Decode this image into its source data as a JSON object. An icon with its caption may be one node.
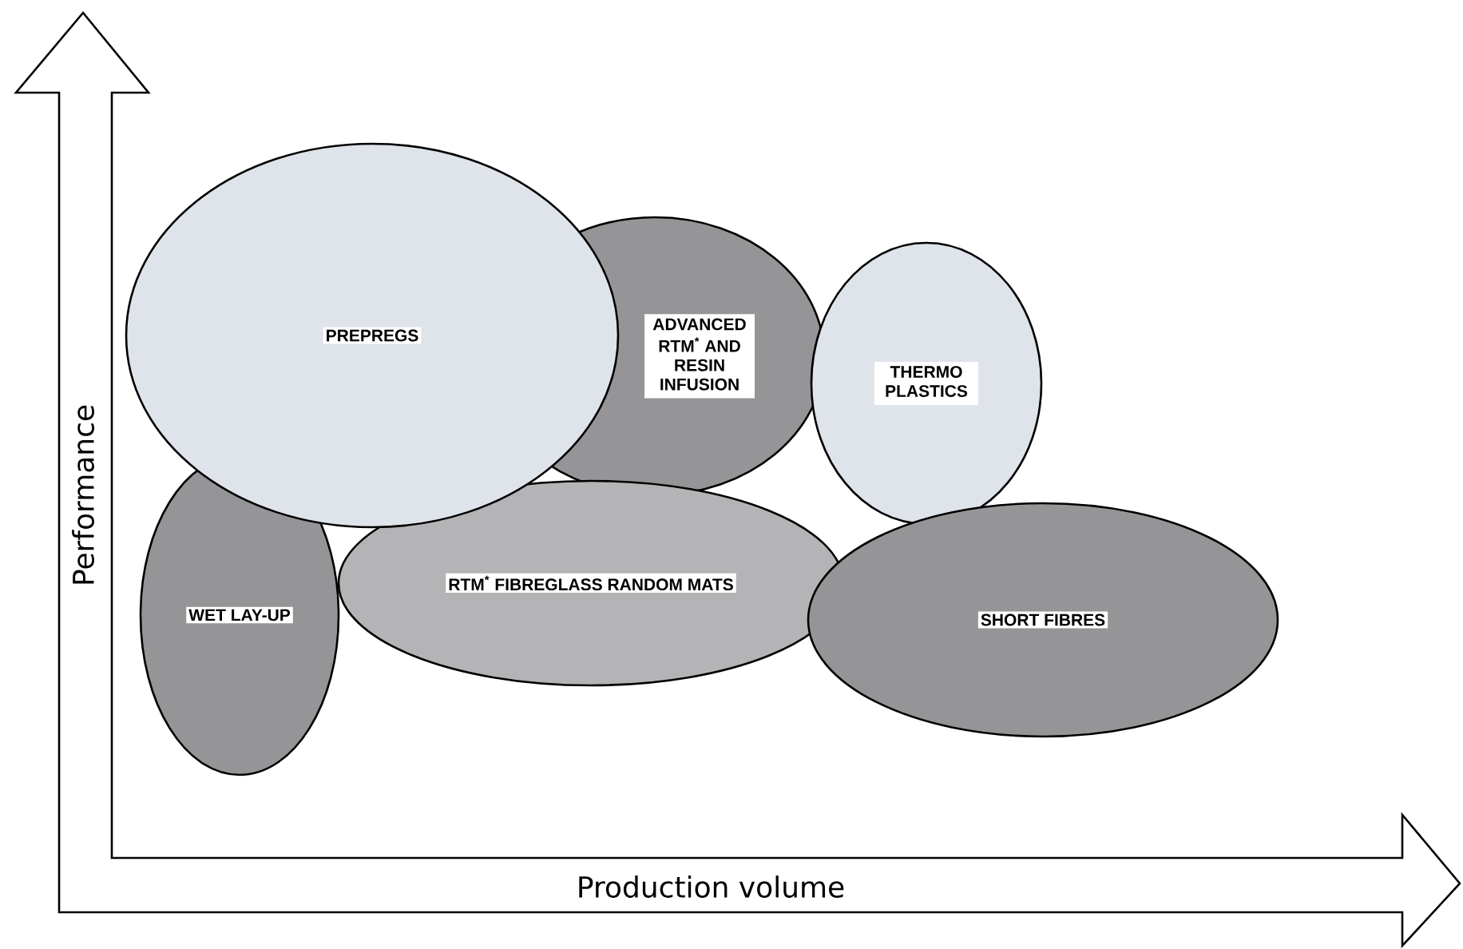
{
  "diagram": {
    "nodes": [
      {
        "text": [
          "PREPREGS"
        ]
      },
      {
        "text": [
          "ADVANCED RTM$^{*}$ AND RESIN INFUSION"
        ]
      },
      {
        "text": [
          "THERMO PLASTICS"
        ]
      },
      {
        "text": [
          "WET LAY-UP"
        ]
      },
      {
        "text": [
          "RTM$^{*}$ FIBREGLASS RANDOM MATS"
        ]
      },
      {
        "text": [
          "SHORT FIBRES"
        ]
      }
    ],
    "labels": [
      "Performance",
      "Production volume"
    ]
  }
}
